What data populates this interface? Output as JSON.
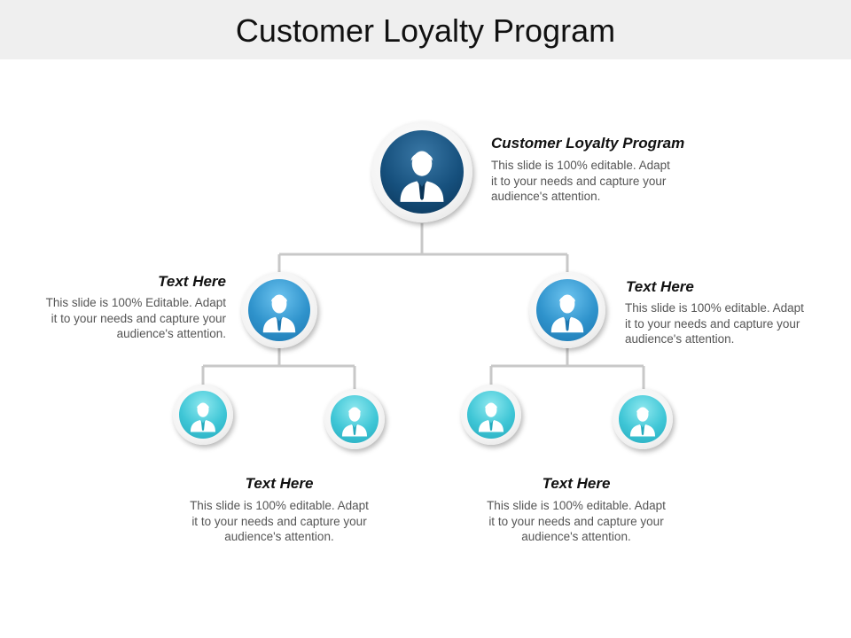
{
  "slide": {
    "title": "Customer Loyalty Program"
  },
  "root": {
    "heading": "Customer Loyalty Program",
    "lines": [
      "This slide is 100% editable. Adapt",
      "it to your needs and capture your",
      "audience's attention."
    ]
  },
  "left": {
    "heading": "Text Here",
    "lines": [
      "This slide is 100% Editable. Adapt",
      "it to your needs and capture your",
      "audience's attention."
    ]
  },
  "right": {
    "heading": "Text Here",
    "lines": [
      "This slide is 100% editable. Adapt",
      "it to your needs and capture your",
      "audience's attention."
    ]
  },
  "bottom_left": {
    "heading": "Text Here",
    "lines": [
      "This slide is 100% editable. Adapt",
      "it to your needs and capture your",
      "audience's attention."
    ]
  },
  "bottom_right": {
    "heading": "Text Here",
    "lines": [
      "This slide is 100% editable. Adapt",
      "it to your needs and capture your",
      "audience's attention."
    ]
  },
  "icons": {
    "person": "person-icon"
  },
  "colors": {
    "root_fill": "#16507d",
    "mid_fill": "#2f93cc",
    "leaf_fill": "#3fc6d6",
    "connector": "#c8c8c8"
  }
}
